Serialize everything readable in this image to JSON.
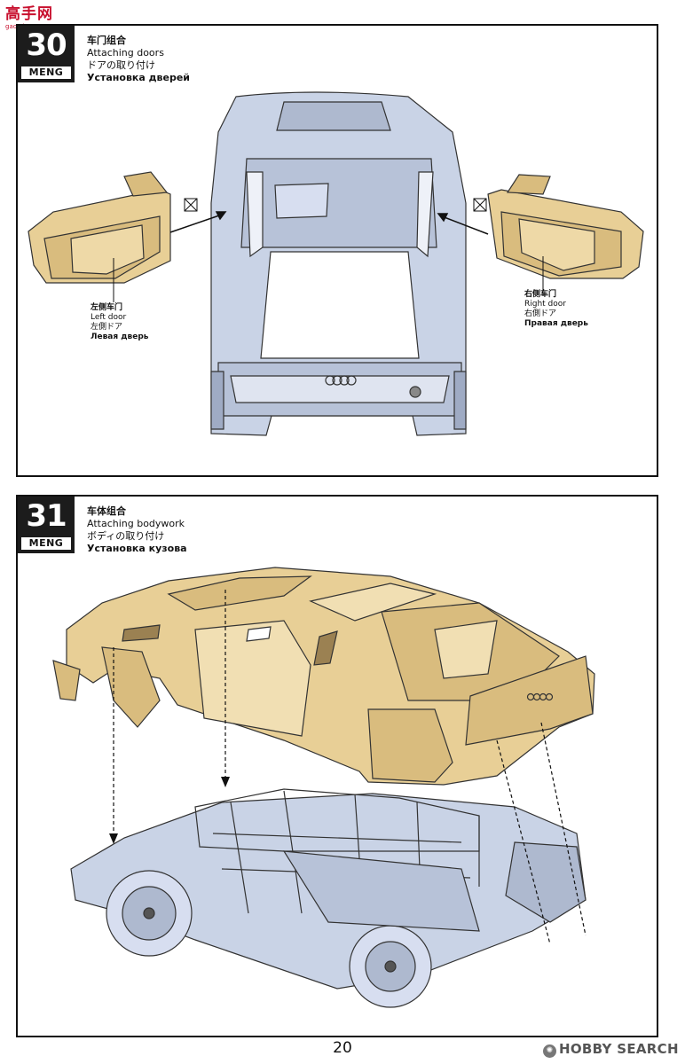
{
  "watermark": {
    "site": "高手网",
    "url": "gao-shou.com"
  },
  "steps": [
    {
      "number": "30",
      "brand": "MENG",
      "title_zh": "车门组合",
      "title_en": "Attaching doors",
      "title_ja": "ドアの取り付け",
      "title_ru": "Установка дверей",
      "parts": [
        {
          "zh": "左侧车门",
          "en": "Left door",
          "ja": "左側ドア",
          "ru": "Левая дверь"
        },
        {
          "zh": "右侧车门",
          "en": "Right door",
          "ja": "右側ドア",
          "ru": "Правая дверь"
        }
      ]
    },
    {
      "number": "31",
      "brand": "MENG",
      "title_zh": "车体组合",
      "title_en": "Attaching bodywork",
      "title_ja": "ボディの取り付け",
      "title_ru": "Установка кузова"
    }
  ],
  "page_number": "20",
  "footer_brand": "HOBBY SEARCH",
  "colors": {
    "body_blue": "#c9d3e6",
    "part_tan": "#e8cf96",
    "frame": "#111111",
    "badge": "#1c1c1c"
  }
}
